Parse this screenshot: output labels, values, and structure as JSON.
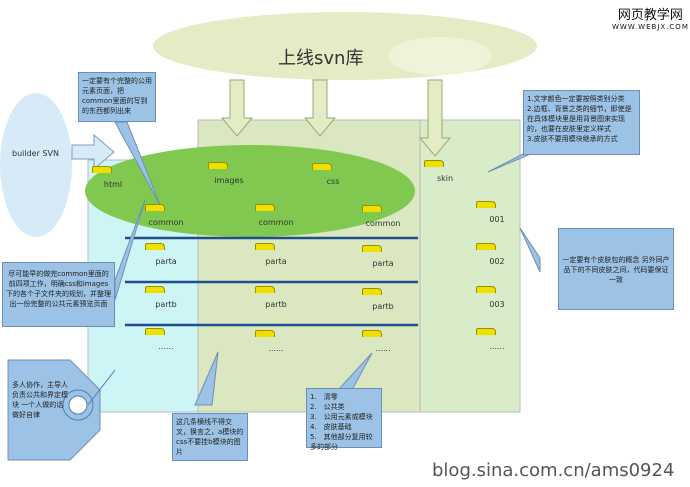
{
  "watermark": {
    "cn": "网页教学网",
    "url": "WWW.WEBJX.COM"
  },
  "title": "上线svn库",
  "builder": "builder  SVN",
  "top_folders": [
    "html",
    "images",
    "css",
    "skin"
  ],
  "columns": [
    [
      "common",
      "parta",
      "partb",
      "......"
    ],
    [
      "common",
      "parta",
      "partb",
      "......"
    ],
    [
      "common",
      "parta",
      "partb",
      "......"
    ]
  ],
  "skin_folders": [
    "001",
    "002",
    "003",
    "......"
  ],
  "notes": {
    "common_page": "一定要有个完整的公用元素页面，把common里面的写到的东西都列出来",
    "skin_rules": [
      "1.文字颜色一定要按照类别分类",
      "2.边框、背景之类的细节，即使是在具体模块里是用背景图来实现的，也要在皮肤里定义样式",
      "3.皮肤不要用模块继承的方式"
    ],
    "skin_pack": "一定要有个皮肤包的概念 另外同产品下的不同皮肤之间，代码要保证一致",
    "finish_common": "尽可能早的做完common里面的前四项工作，明确css和images下的各个子文件夹的规划，并整理出一份完整的公共元素预览页面",
    "teamwork": "多人协作，主导人负责公共和界定模块 一个人做的话做好自律",
    "lines": "这几条横线不得交叉，换言之，a模块的css不要挂b模块的图片",
    "order": [
      "1.　清零",
      "2.　公共类",
      "3.　公用元素或模块",
      "4.　皮肤基础",
      "5.　其他部分复用较多的部分"
    ]
  },
  "footer": "blog.sina.com.cn/ams0924"
}
